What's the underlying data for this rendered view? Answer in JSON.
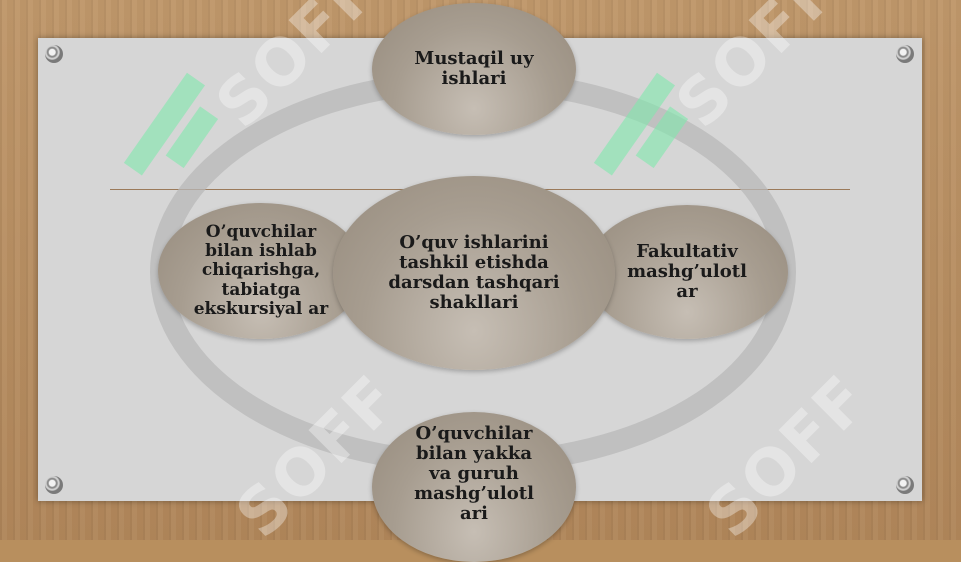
{
  "diagram": {
    "center": "O’quv ishlarini tashkil etishda darsdan tashqari shakllari",
    "top": "Mustaqil uy ishlari",
    "left": "O’quvchilar bilan ishlab chiqarishga, tabiatga ekskursiyal ar",
    "right": "Fakultativ mashg’ulotl ar",
    "bottom": "O’quvchilar bilan yakka va guruh mashg’ulotl ari"
  },
  "watermark_text": "SOFF",
  "colors": {
    "background_wood": "#b88f5e",
    "panel": "#d6d6d6",
    "node_fill": "#a79d90",
    "ring": "#b8b8b8",
    "rule": "#9b7a5a"
  }
}
